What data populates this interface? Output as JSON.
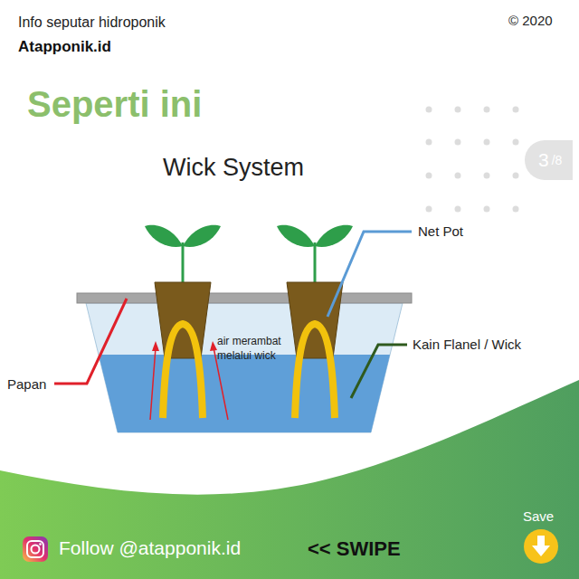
{
  "diagram": {
    "title": "Wick System",
    "nodes": [
      {
        "text": [
          "3",
          "/8"
        ]
      }
    ],
    "labels": [
      "Info seputar hidroponik",
      "Atapponik.id",
      "© 2020",
      "Seperti ini",
      "Net Pot",
      "air merambat melalui wick",
      "Kain Flanel / Wick",
      "Papan",
      "Follow @atapponik.id",
      "<< SWIPE",
      "Save"
    ]
  }
}
